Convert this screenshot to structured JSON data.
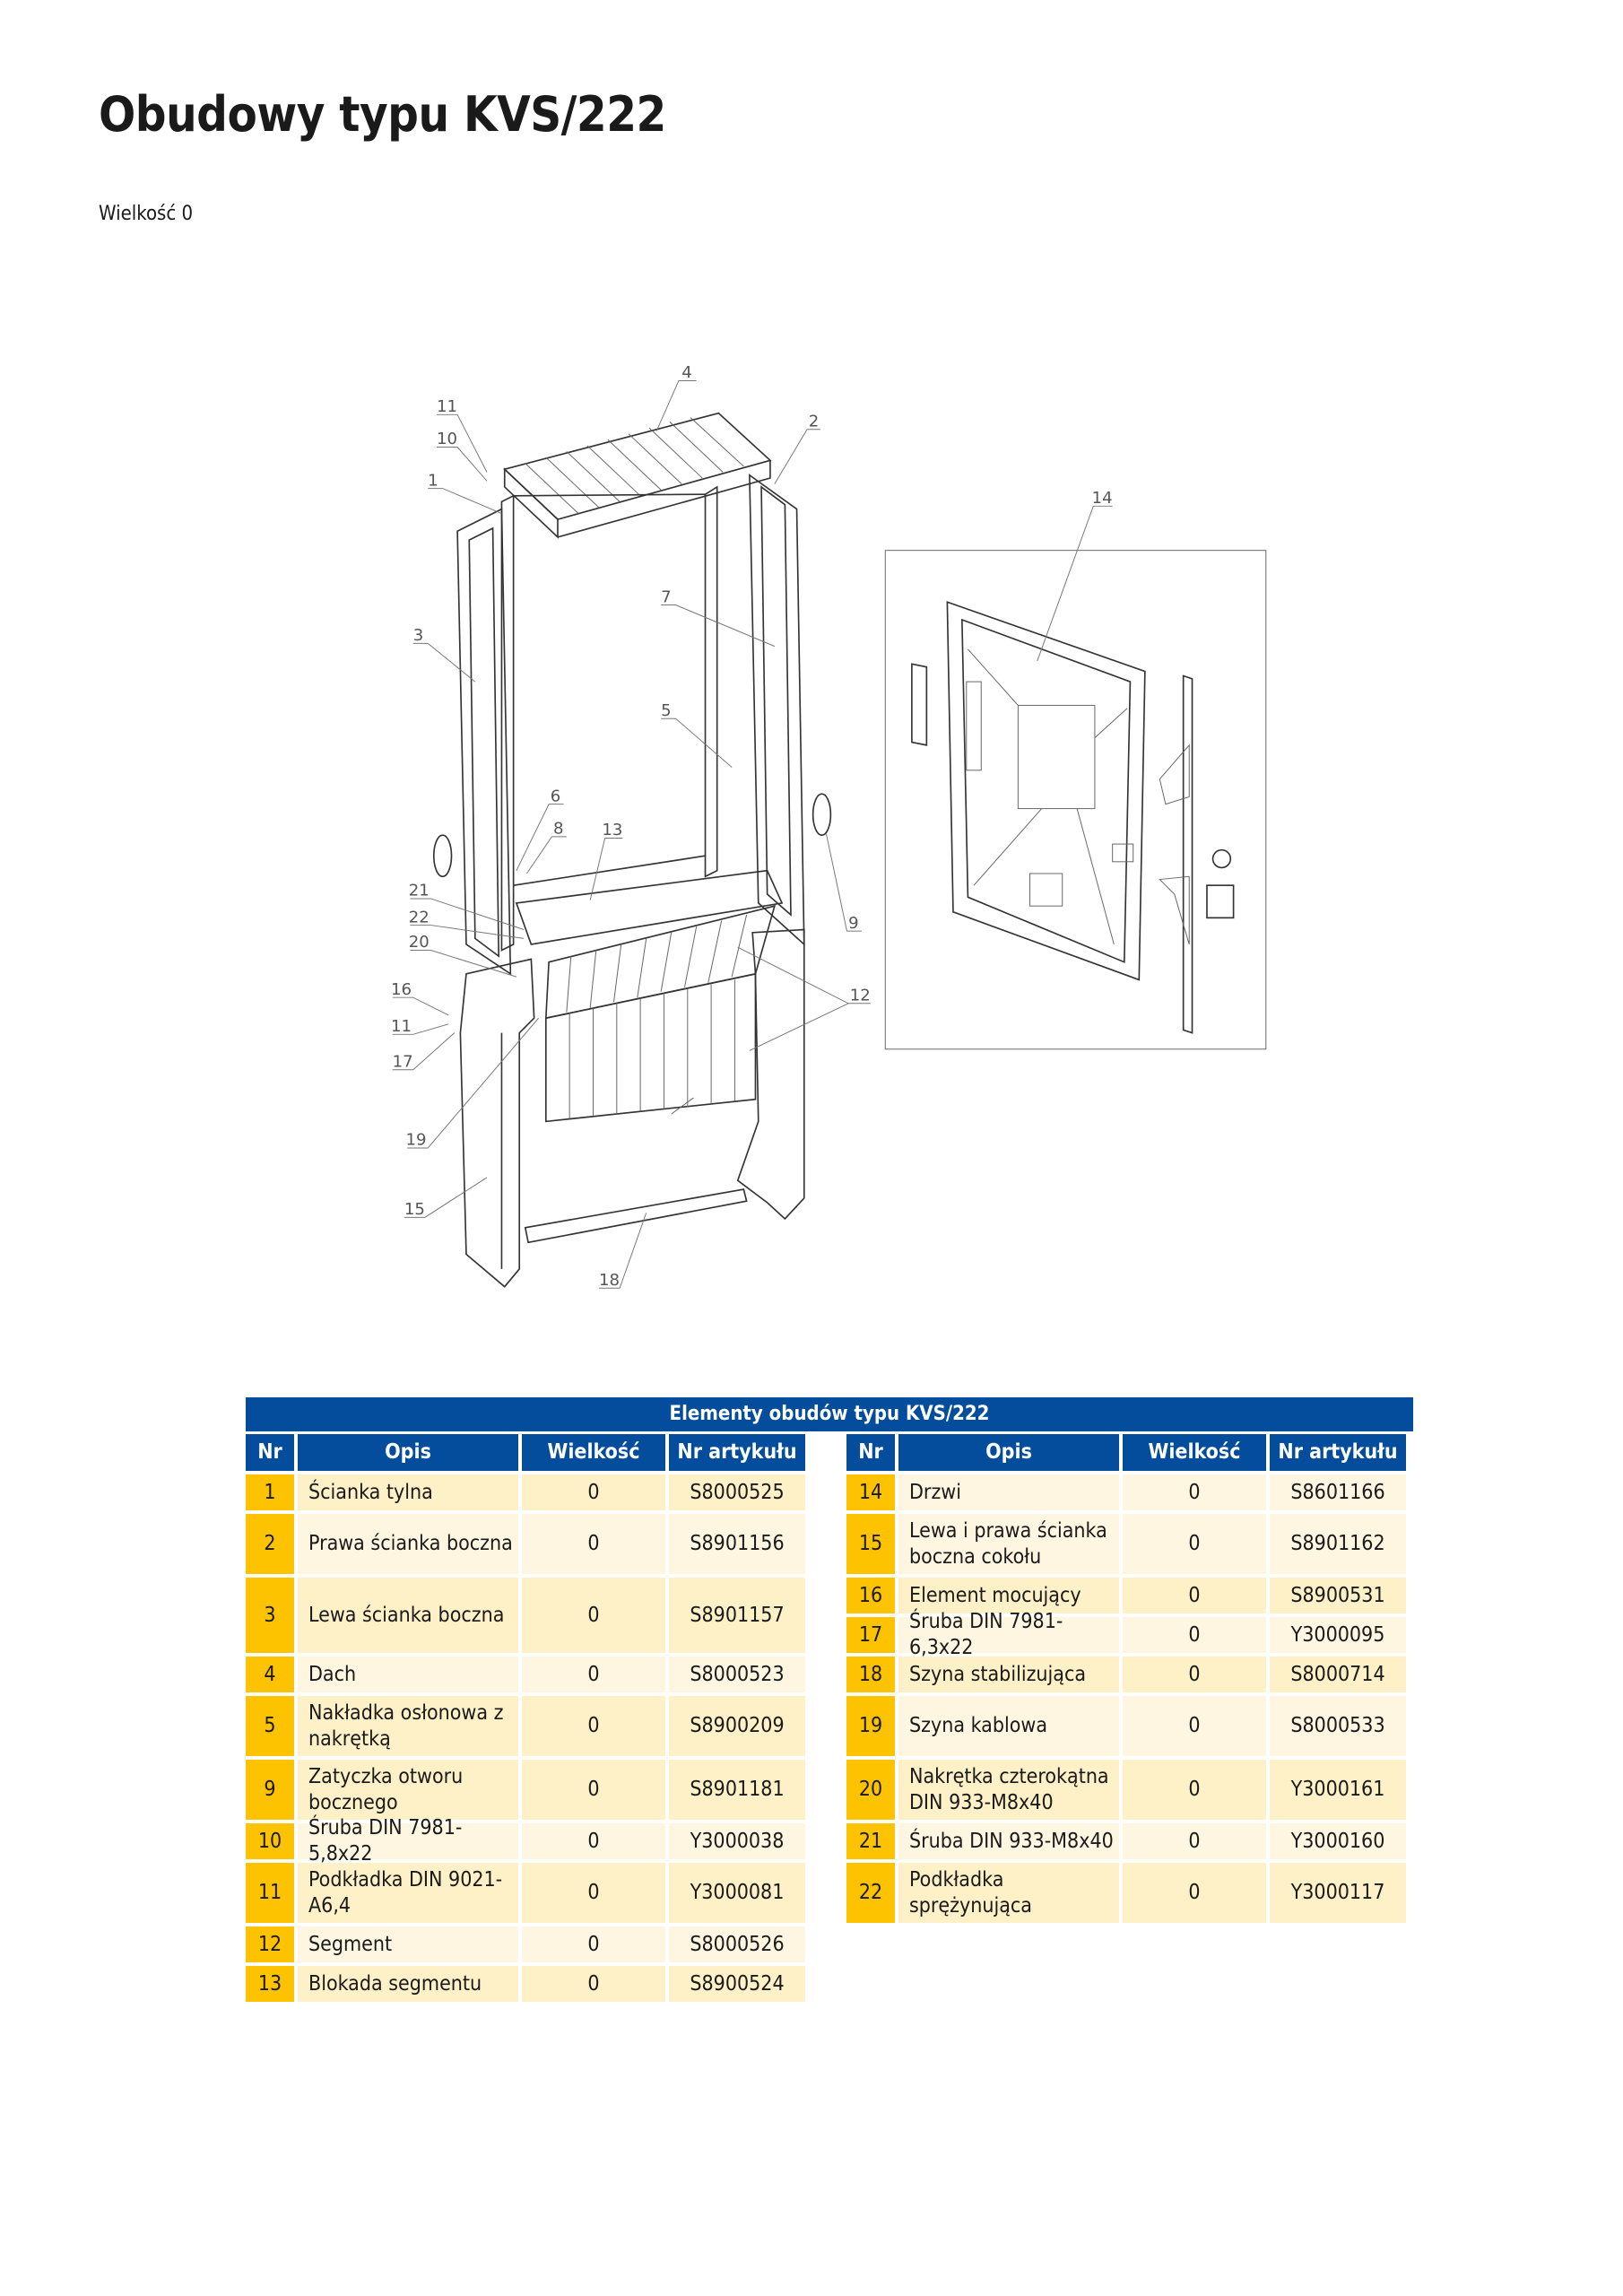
{
  "title": "Obudowy typu KVS/222",
  "subtitle": "Wielkość 0",
  "diagram": {
    "callouts": [
      "4",
      "2",
      "11",
      "10",
      "1",
      "14",
      "7",
      "3",
      "5",
      "6",
      "8",
      "13",
      "9",
      "21",
      "22",
      "20",
      "12",
      "16",
      "11",
      "17",
      "19",
      "15",
      "18"
    ]
  },
  "table": {
    "title": "Elementy obudów typu KVS/222",
    "headers": {
      "nr": "Nr",
      "opis": "Opis",
      "wielkosc": "Wielkość",
      "artykul": "Nr artykułu"
    },
    "left": [
      {
        "nr": "1",
        "opis": "Ścianka tylna",
        "wielkosc": "0",
        "artykul": "S8000525"
      },
      {
        "nr": "2",
        "opis": "Prawa ścianka boczna",
        "wielkosc": "0",
        "artykul": "S8901156"
      },
      {
        "nr": "3",
        "opis": "Lewa ścianka boczna",
        "wielkosc": "0",
        "artykul": "S8901157"
      },
      {
        "nr": "4",
        "opis": "Dach",
        "wielkosc": "0",
        "artykul": "S8000523"
      },
      {
        "nr": "5",
        "opis": "Nakładka osłonowa z nakrętką",
        "wielkosc": "0",
        "artykul": "S8900209"
      },
      {
        "nr": "9",
        "opis": "Zatyczka otworu bocznego",
        "wielkosc": "0",
        "artykul": "S8901181"
      },
      {
        "nr": "10",
        "opis": "Śruba DIN 7981-5,8x22",
        "wielkosc": "0",
        "artykul": "Y3000038"
      },
      {
        "nr": "11",
        "opis": "Podkładka DIN 9021-A6,4",
        "wielkosc": "0",
        "artykul": "Y3000081"
      },
      {
        "nr": "12",
        "opis": "Segment",
        "wielkosc": "0",
        "artykul": "S8000526"
      },
      {
        "nr": "13",
        "opis": "Blokada segmentu",
        "wielkosc": "0",
        "artykul": "S8900524"
      }
    ],
    "right": [
      {
        "nr": "14",
        "opis": "Drzwi",
        "wielkosc": "0",
        "artykul": "S8601166"
      },
      {
        "nr": "15",
        "opis": "Lewa i prawa ścianka boczna cokołu",
        "wielkosc": "0",
        "artykul": "S8901162"
      },
      {
        "nr": "16",
        "opis": "Element mocujący",
        "wielkosc": "0",
        "artykul": "S8900531"
      },
      {
        "nr": "17",
        "opis": "Śruba DIN 7981-6,3x22",
        "wielkosc": "0",
        "artykul": "Y3000095"
      },
      {
        "nr": "18",
        "opis": "Szyna stabilizująca",
        "wielkosc": "0",
        "artykul": "S8000714"
      },
      {
        "nr": "19",
        "opis": "Szyna kablowa",
        "wielkosc": "0",
        "artykul": "S8000533"
      },
      {
        "nr": "20",
        "opis": "Nakrętka czterokątna DIN 933-M8x40",
        "wielkosc": "0",
        "artykul": "Y3000161"
      },
      {
        "nr": "21",
        "opis": "Śruba DIN 933-M8x40",
        "wielkosc": "0",
        "artykul": "Y3000160"
      },
      {
        "nr": "22",
        "opis": "Podkładka sprężynująca",
        "wielkosc": "0",
        "artykul": "Y3000117"
      }
    ]
  },
  "colors": {
    "header_blue": "#034d9c",
    "nr_yellow": "#fdc300",
    "row_a": "#fef0c7",
    "row_b": "#fff6e1"
  }
}
